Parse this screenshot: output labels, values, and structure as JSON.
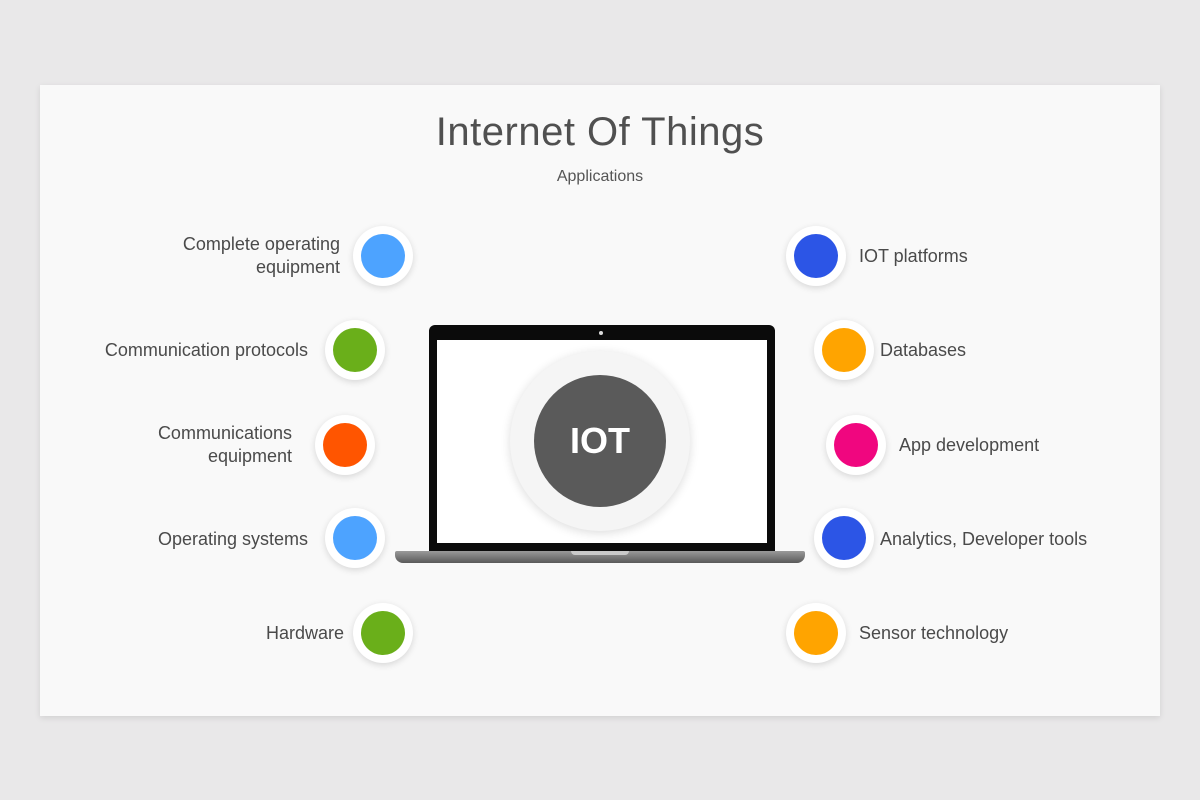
{
  "header": {
    "title": "Internet Of Things",
    "subtitle": "Applications"
  },
  "center": {
    "label": "IOT"
  },
  "left_items": [
    {
      "line1": "Complete operating",
      "line2": "equipment",
      "color": "#4da3ff"
    },
    {
      "line1": "Communication protocols",
      "line2": "",
      "color": "#6aaf1a"
    },
    {
      "line1": "Communications",
      "line2": "equipment",
      "color": "#ff5500"
    },
    {
      "line1": "Operating systems",
      "line2": "",
      "color": "#4da3ff"
    },
    {
      "line1": "Hardware",
      "line2": "",
      "color": "#6aaf1a"
    }
  ],
  "right_items": [
    {
      "label": "IOT platforms",
      "color": "#2c55e6"
    },
    {
      "label": "Databases",
      "color": "#ffa400"
    },
    {
      "label": "App development",
      "color": "#f0067f"
    },
    {
      "label": "Analytics, Developer tools",
      "color": "#2c55e6"
    },
    {
      "label": "Sensor technology",
      "color": "#ffa400"
    }
  ]
}
